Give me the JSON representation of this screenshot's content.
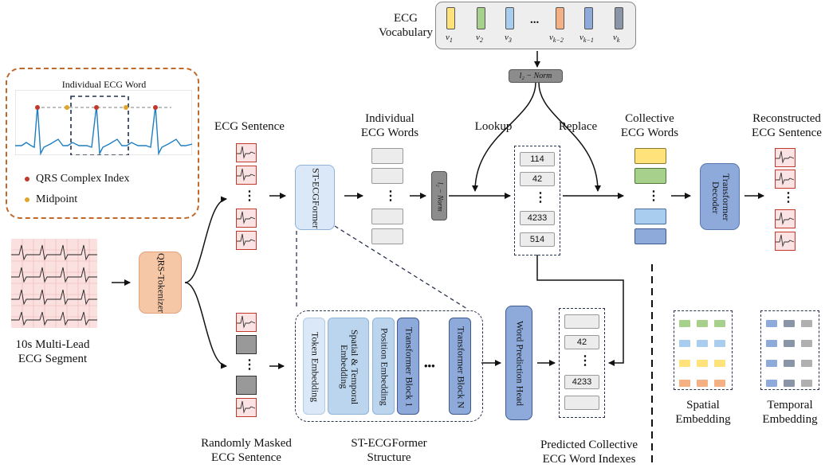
{
  "vocabulary": {
    "label_line1": "ECG",
    "label_line2": "Vocabulary",
    "items": [
      {
        "sub": "v",
        "idx": "1",
        "color": "#ffe27a"
      },
      {
        "sub": "v",
        "idx": "2",
        "color": "#a8d08d"
      },
      {
        "sub": "v",
        "idx": "3",
        "color": "#a9cdef"
      },
      {
        "sub": "v",
        "idx": "k−2",
        "color": "#f4b183"
      },
      {
        "sub": "v",
        "idx": "k−1",
        "color": "#8eaadb"
      },
      {
        "sub": "v",
        "idx": "k",
        "color": "#8a96a8"
      }
    ],
    "ellipsis": "..."
  },
  "norm_label": "l₂ − Norm",
  "ecg_word_inset": {
    "title": "Individual ECG Word",
    "legend": [
      {
        "label": "QRS Complex Index",
        "color": "#c0392b"
      },
      {
        "label": "Midpoint",
        "color": "#e0a526"
      }
    ]
  },
  "input": {
    "label_line1": "10s Multi-Lead",
    "label_line2": "ECG Segment"
  },
  "tokenizer": {
    "label": "QRS-Tokenizer"
  },
  "ecg_sentence": {
    "label": "ECG Sentence"
  },
  "masked_sentence": {
    "label_line1": "Randomly Masked",
    "label_line2": "ECG Sentence"
  },
  "st_ecgformer": {
    "label": "ST-ECGFormer"
  },
  "individual_words": {
    "label_line1": "Individual",
    "label_line2": "ECG Words"
  },
  "lookup_label": "Lookup",
  "replace_label": "Replace",
  "index_tokens": [
    "114",
    "42",
    "4233",
    "514"
  ],
  "predicted_tokens": [
    "",
    "42",
    "4233",
    ""
  ],
  "collective_words": {
    "label_line1": "Collective",
    "label_line2": "ECG Words"
  },
  "transformer_decoder": {
    "label": "Transformer Decoder"
  },
  "reconstructed": {
    "label_line1": "Reconstructed",
    "label_line2": "ECG Sentence"
  },
  "structure": {
    "blocks": [
      "Token Embedding",
      "Spatial & Temporal Embedding",
      "Position Embedding",
      "Transformer Block 1",
      "Transformer Block N"
    ],
    "ellipsis": "•••",
    "label_line1": "ST-ECGFormer",
    "label_line2": "Structure"
  },
  "word_prediction_head": {
    "label": "Word Prediction Head"
  },
  "predicted_label": {
    "line1": "Predicted Collective",
    "line2": "ECG Word Indexes"
  },
  "spatial_embedding": {
    "label_line1": "Spatial",
    "label_line2": "Embedding"
  },
  "temporal_embedding": {
    "label_line1": "Temporal",
    "label_line2": "Embedding"
  },
  "vertical_ellipsis": "⋮",
  "colors": {
    "tokenizer": "#f6c7a6",
    "st_box": "#dbe8f7",
    "decoder": "#8eaadb",
    "head": "#8eaadb",
    "yellow": "#ffe27a",
    "green": "#a8d08d",
    "lightblue": "#a9cdef",
    "blue": "#8eaadb",
    "orange": "#f4b183",
    "slate": "#8a96a8",
    "gray": "#b0b0b0"
  }
}
